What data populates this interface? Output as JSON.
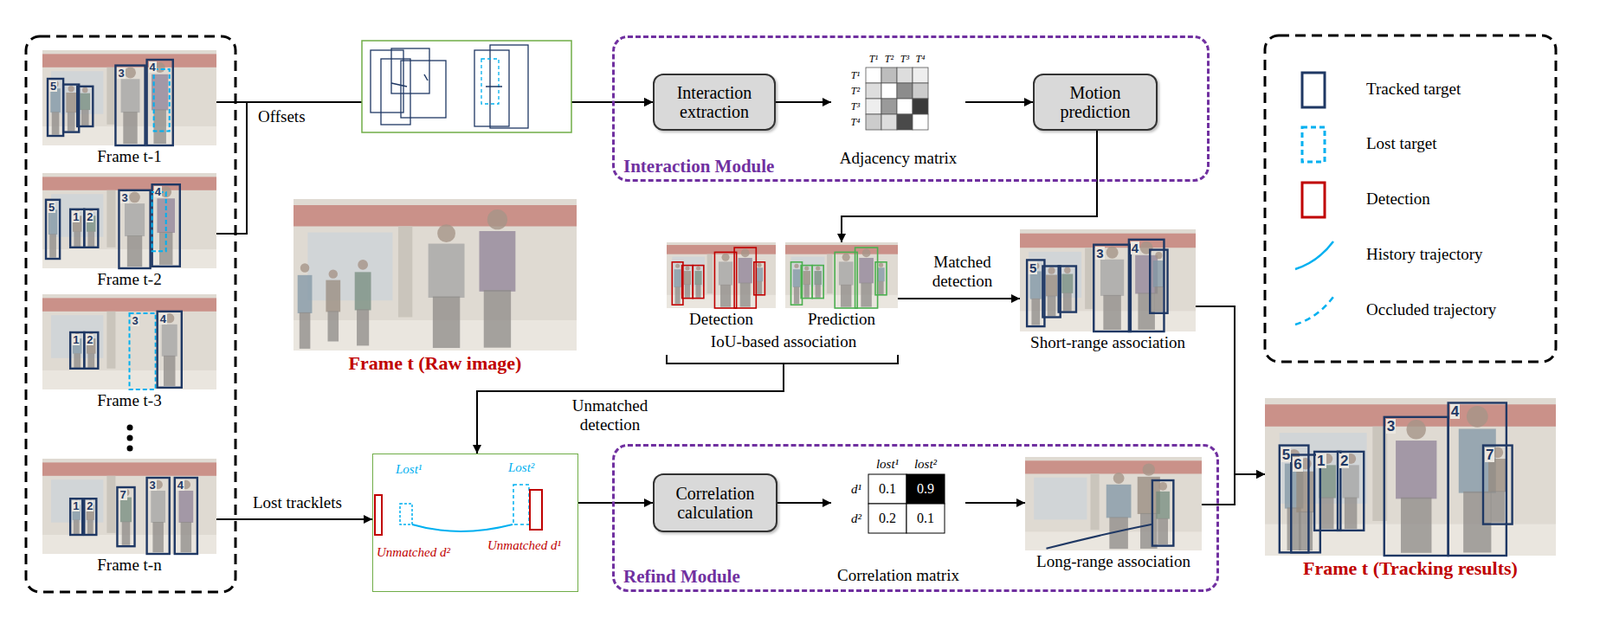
{
  "diagram": {
    "nodes": [
      {
        "text": [
          "Frame t-1"
        ]
      },
      {
        "text": [
          "Frame t-2"
        ]
      },
      {
        "text": [
          "Frame t-3"
        ]
      },
      {
        "text": [
          "Frame t-n"
        ]
      },
      {
        "text": [
          "Interaction Module"
        ]
      },
      {
        "text": [
          "Interaction extraction"
        ],
        "in": 4
      },
      {
        "text": [
          "Adjacency matrix"
        ],
        "in": 4
      },
      {
        "text": [
          "Motion prediction"
        ],
        "in": 4
      },
      {
        "text": [
          "Frame t (Raw image)"
        ]
      },
      {
        "text": [
          "IoU-based association"
        ]
      },
      {
        "text": [
          "Detection"
        ],
        "in": 9
      },
      {
        "text": [
          "Prediction"
        ],
        "in": 9
      },
      {
        "text": [
          "Short-range association"
        ]
      },
      {
        "text": [
          "Lost¹",
          "Lost²",
          "Unmatched d²",
          "Unmatched d¹"
        ]
      },
      {
        "text": [
          "Refind Module"
        ]
      },
      {
        "text": [
          "Correlation calculation"
        ],
        "in": 14
      },
      {
        "text": [
          "Correlation matrix"
        ],
        "in": 14
      },
      {
        "text": [
          "Long-range association"
        ],
        "in": 14
      },
      {
        "text": [
          "Frame t (Tracking results)"
        ]
      }
    ],
    "edges": [
      {
        "from": 0,
        "to": 5,
        "label": "Offsets",
        "arrow": "to"
      },
      {
        "from": 1,
        "to": 5,
        "arrow": "to"
      },
      {
        "from": 5,
        "to": 6,
        "arrow": "to"
      },
      {
        "from": 6,
        "to": 7,
        "arrow": "to"
      },
      {
        "from": 7,
        "to": 11,
        "arrow": "to"
      },
      {
        "from": 11,
        "to": 12,
        "label": "Matched detection",
        "arrow": "to"
      },
      {
        "from": 9,
        "to": 13,
        "label": "Unmatched detection",
        "arrow": "to"
      },
      {
        "from": 3,
        "to": 13,
        "label": "Lost tracklets",
        "arrow": "to"
      },
      {
        "from": 13,
        "to": 15,
        "arrow": "to"
      },
      {
        "from": 15,
        "to": 16,
        "arrow": "to"
      },
      {
        "from": 16,
        "to": 17,
        "arrow": "to"
      },
      {
        "from": 12,
        "to": 18,
        "arrow": "to"
      },
      {
        "from": 17,
        "to": 18,
        "arrow": "to"
      }
    ],
    "labels": [
      "5",
      "3",
      "4",
      "5",
      "1",
      "2",
      "3",
      "4",
      "1",
      "2",
      "3",
      "4",
      "1",
      "2",
      "7",
      "3",
      "4",
      "T¹",
      "T²",
      "T³",
      "T⁴",
      "T¹",
      "T²",
      "T³",
      "T⁴",
      "5",
      "3",
      "4",
      "lost¹",
      "lost²",
      "d¹",
      "d²",
      "0.1",
      "0.9",
      "0.2",
      "0.1",
      "5",
      "6",
      "1",
      "2",
      "3",
      "4",
      "7"
    ],
    "legend": [
      {
        "text": "Tracked target"
      },
      {
        "text": "Lost target"
      },
      {
        "text": "Detection"
      },
      {
        "text": "History trajectory"
      },
      {
        "text": "Occluded trajectory"
      }
    ]
  }
}
